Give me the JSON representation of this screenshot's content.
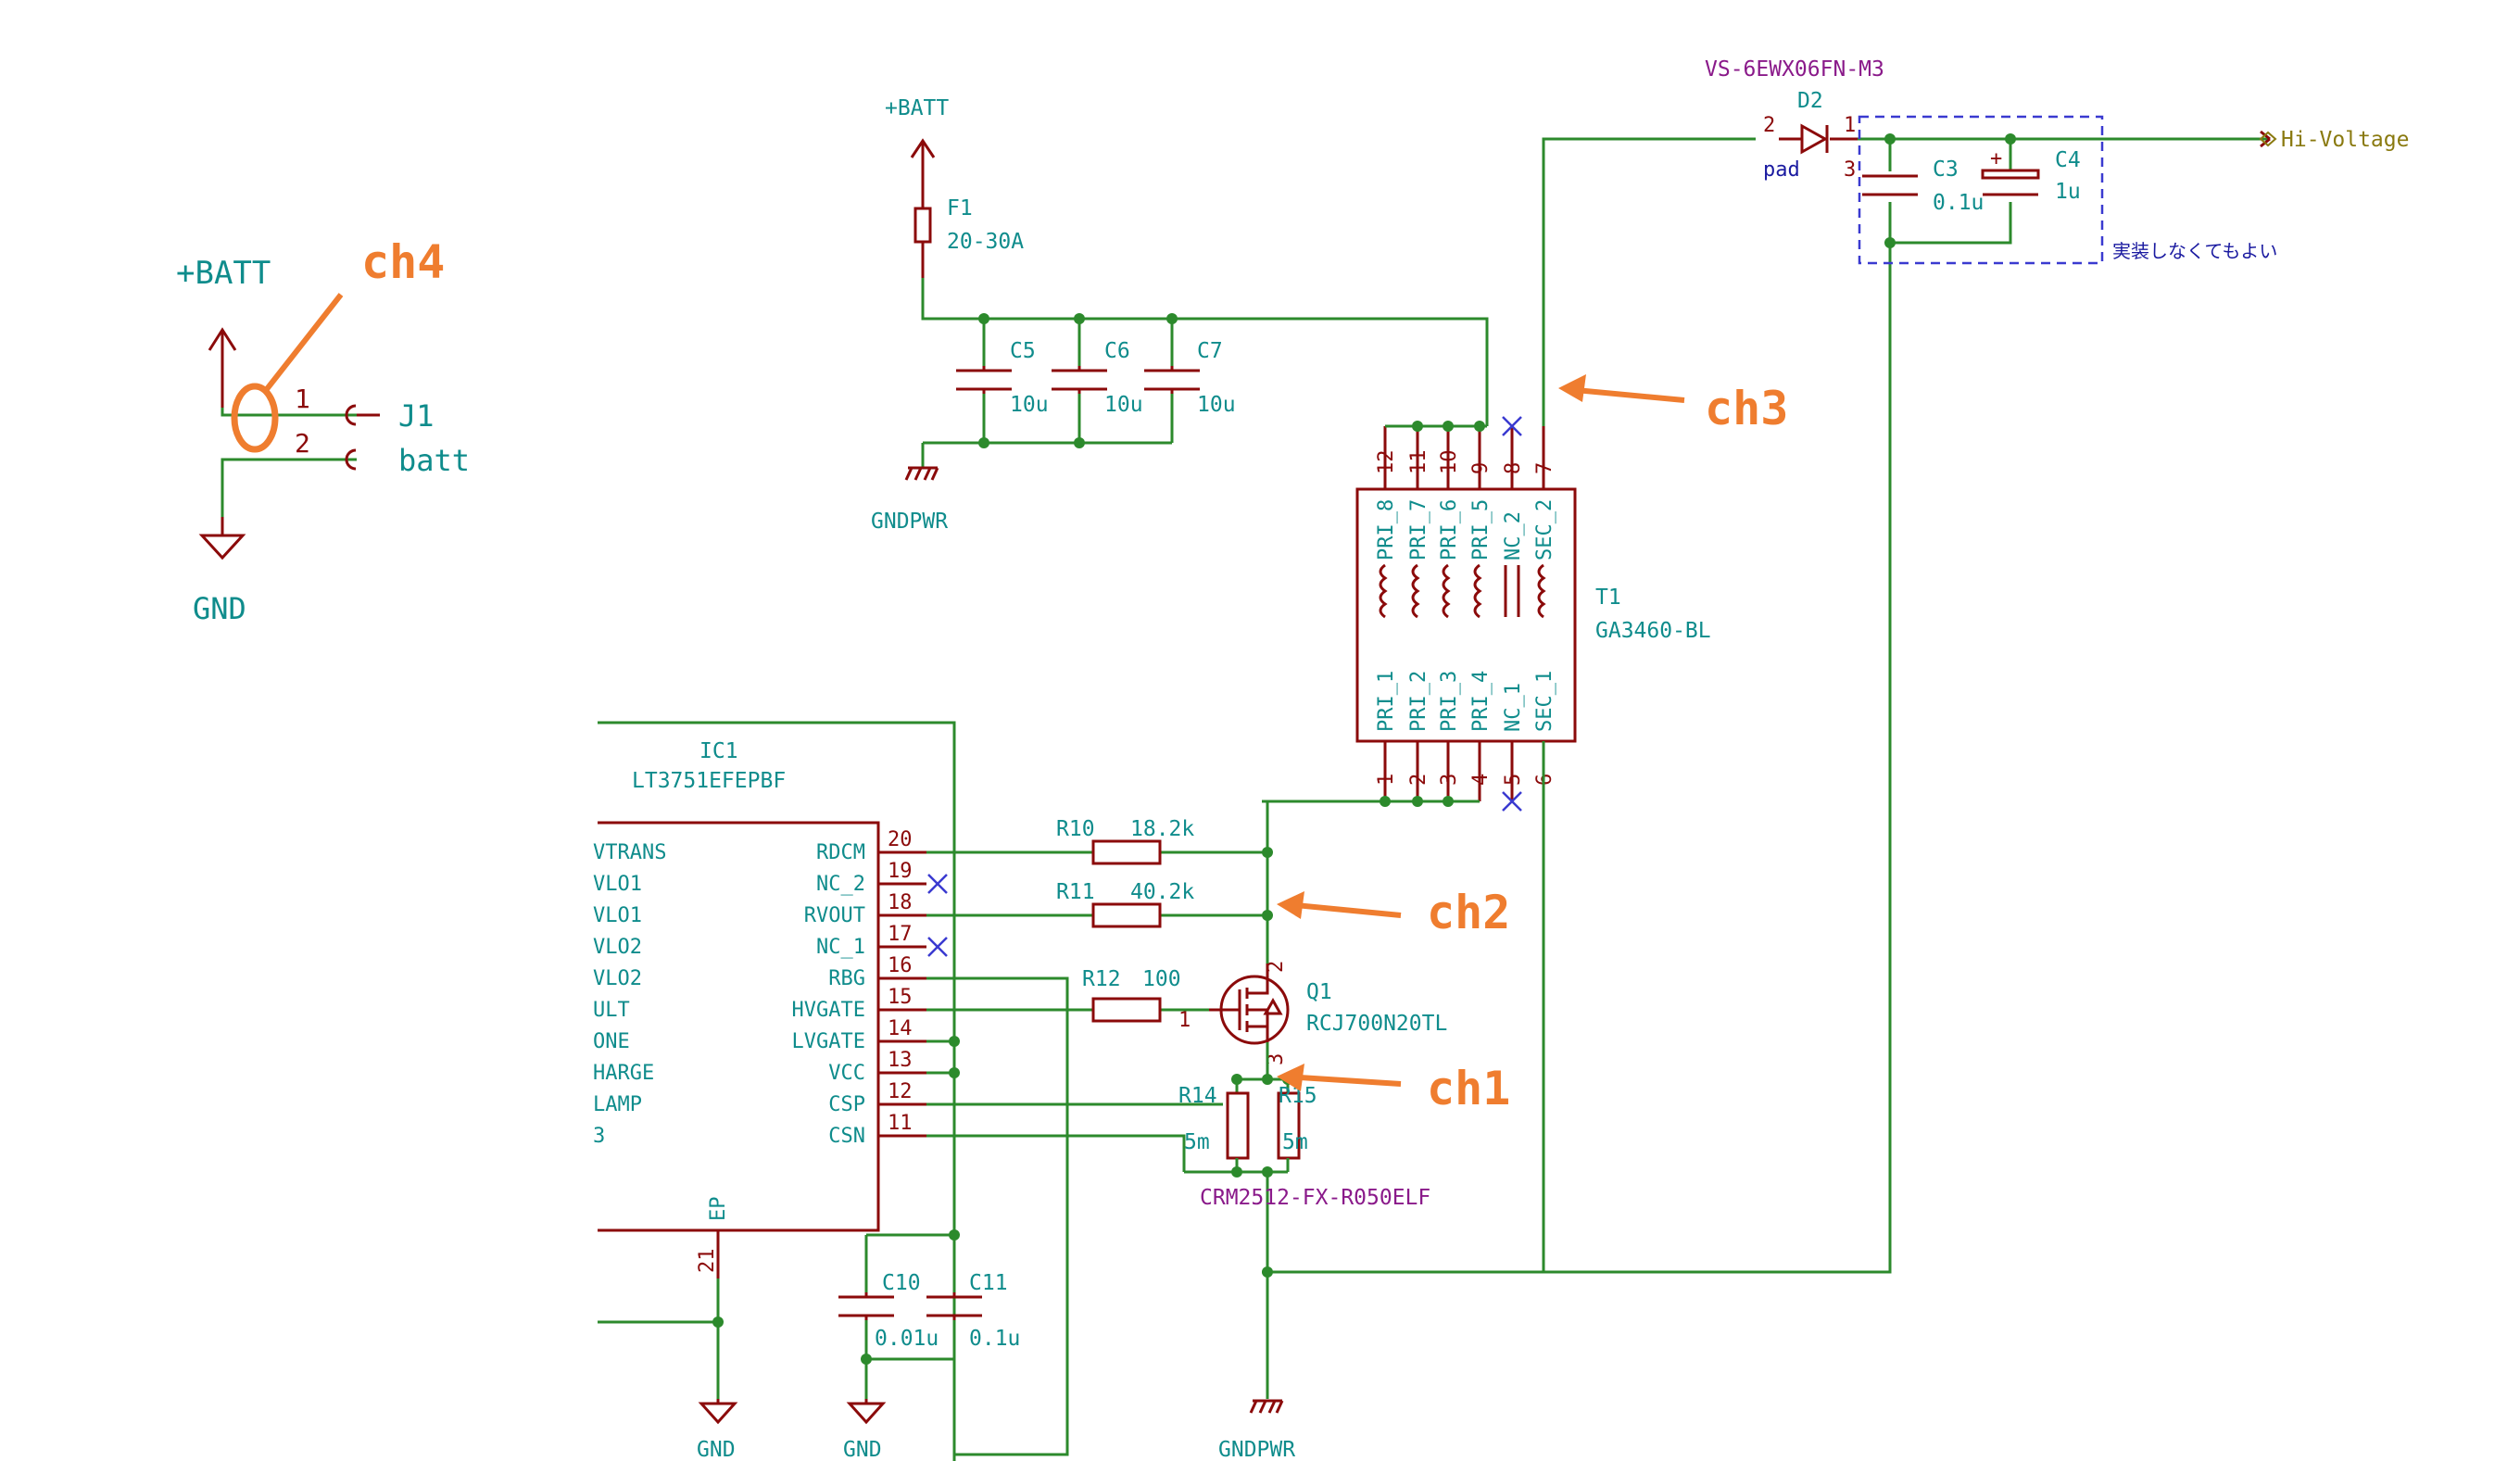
{
  "annotations": {
    "ch1": "ch1",
    "ch2": "ch2",
    "ch3": "ch3",
    "ch4": "ch4"
  },
  "connector": {
    "power_label": "+BATT",
    "gnd_label": "GND",
    "ref": "J1",
    "value": "batt",
    "pins": [
      "1",
      "2"
    ]
  },
  "fuse": {
    "ref": "F1",
    "value": "20-30A",
    "power_label": "+BATT",
    "gnd_label": "GNDPWR"
  },
  "input_caps": [
    {
      "ref": "C5",
      "value": "10u"
    },
    {
      "ref": "C6",
      "value": "10u"
    },
    {
      "ref": "C7",
      "value": "10u"
    }
  ],
  "transformer": {
    "ref": "T1",
    "value": "GA3460-BL",
    "top_pins": [
      "12",
      "11",
      "10",
      "9",
      "8",
      "7"
    ],
    "bottom_pins": [
      "1",
      "2",
      "3",
      "4",
      "5",
      "6"
    ],
    "top_names": [
      "PRI_8",
      "PRI_7",
      "PRI_6",
      "PRI_5",
      "NC_2",
      "SEC_2"
    ],
    "bottom_names": [
      "PRI_1",
      "PRI_2",
      "PRI_3",
      "PRI_4",
      "NC_1",
      "SEC_1"
    ]
  },
  "diode": {
    "part": "VS-6EWX06FN-M3",
    "ref": "D2",
    "pad": "pad",
    "pins": [
      "2",
      "1",
      "3"
    ]
  },
  "output_caps": [
    {
      "ref": "C3",
      "value": "0.1u"
    },
    {
      "ref": "C4",
      "value": "1u",
      "polarity": "+"
    }
  ],
  "optional_note": "実装しなくてもよい",
  "hv_label": "Hi-Voltage",
  "ic": {
    "ref": "IC1",
    "value": "LT3751EFEPBF",
    "left_pins": [
      "VTRANS",
      "VLO1",
      "VLO1",
      "VLO2",
      "VLO2",
      "ULT",
      "ONE",
      "HARGE",
      "LAMP",
      "3"
    ],
    "right_pins": [
      {
        "num": "20",
        "name": "RDCM"
      },
      {
        "num": "19",
        "name": "NC_2"
      },
      {
        "num": "18",
        "name": "RVOUT"
      },
      {
        "num": "17",
        "name": "NC_1"
      },
      {
        "num": "16",
        "name": "RBG"
      },
      {
        "num": "15",
        "name": "HVGATE"
      },
      {
        "num": "14",
        "name": "LVGATE"
      },
      {
        "num": "13",
        "name": "VCC"
      },
      {
        "num": "12",
        "name": "CSP"
      },
      {
        "num": "11",
        "name": "CSN"
      }
    ],
    "ep_label": "EP",
    "ep_pin": "21",
    "gnd_label": "GND"
  },
  "resistors": [
    {
      "ref": "R10",
      "value": "18.2k"
    },
    {
      "ref": "R11",
      "value": "40.2k"
    },
    {
      "ref": "R12",
      "value": "100"
    }
  ],
  "mosfet": {
    "ref": "Q1",
    "value": "RCJ700N20TL",
    "pins": [
      "1",
      "2",
      "3"
    ]
  },
  "sense": {
    "ref_a": "R14",
    "ref_b": "R15",
    "value_a": "5m",
    "value_b": "5m",
    "part": "CRM2512-FX-R050ELF"
  },
  "vcc_caps": [
    {
      "ref": "C10",
      "value": "0.01u"
    },
    {
      "ref": "C11",
      "value": "0.1u"
    }
  ],
  "bottom_labels": {
    "gnd1": "GND",
    "gnd2": "GND",
    "gndpwr": "GNDPWR"
  }
}
